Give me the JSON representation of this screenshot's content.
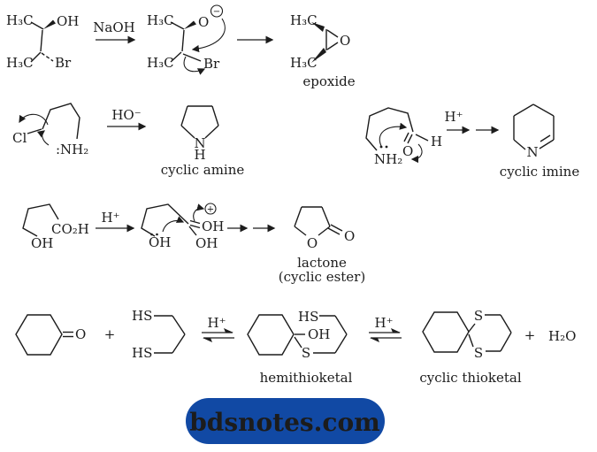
{
  "colors": {
    "ink": "#1c1c1c",
    "badge_bg": "#1149a4",
    "badge_text": "#ffffff",
    "background": "#ffffff"
  },
  "row1": {
    "reactant": {
      "methyl_top": "H₃C",
      "hydroxyl": "OH",
      "methyl_bottom": "H₃C",
      "bromide": "Br"
    },
    "reagent": "NaOH",
    "alkoxide": {
      "methyl_top": "H₃C",
      "oxygen": "O",
      "charge": "−",
      "methyl_bottom": "H₃C",
      "bromide": "Br"
    },
    "product": {
      "methyl_top": "H₃C",
      "oxygen": "O",
      "methyl_bottom": "H₃C"
    },
    "caption": "epoxide"
  },
  "row2a": {
    "reactant": {
      "chloride": "Cl",
      "amine": ":NH₂"
    },
    "reagent": "HO⁻",
    "product": {
      "nitrogen": "N",
      "hydrogen": "H"
    },
    "caption": "cyclic amine"
  },
  "row2b": {
    "reactant": {
      "amine": "NH₂",
      "oxygen": "O",
      "hydrogen": "H"
    },
    "reagent": "H⁺",
    "product": {
      "nitrogen": "N"
    },
    "caption": "cyclic imine"
  },
  "row3": {
    "reactant": {
      "hydroxyl": "OH",
      "acid": "CO₂H"
    },
    "reagent": "H⁺",
    "intermediate": {
      "hydroxyl_left": "OH",
      "hydroxyl_top": "OH",
      "hydroxyl_bottom": "OH",
      "charge": "+"
    },
    "product": {
      "ring_oxygen": "O",
      "carbonyl_oxygen": "O"
    },
    "caption_line1": "lactone",
    "caption_line2": "(cyclic ester)"
  },
  "row4": {
    "ketone_oxygen": "O",
    "plus_left": "+",
    "dithiol": {
      "thiol_top": "HS",
      "thiol_bottom": "HS"
    },
    "reagent1": "H⁺",
    "hemithioketal": {
      "thiol": "HS",
      "hydroxyl": "OH",
      "sulfur": "S"
    },
    "caption1": "hemithioketal",
    "reagent2": "H⁺",
    "thioketal": {
      "sulfur_top": "S",
      "sulfur_bottom": "S"
    },
    "caption2": "cyclic thioketal",
    "plus_right": "+",
    "water": "H₂O"
  },
  "badge": {
    "label": "bdsnotes.com"
  }
}
